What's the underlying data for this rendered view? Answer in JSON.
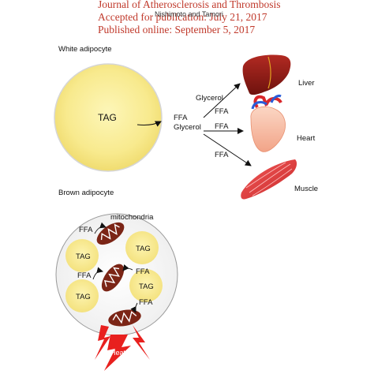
{
  "header": {
    "journal": "Journal of Atherosclerosis and Thrombosis",
    "accepted": "Accepted for publication: July 21, 2017",
    "published": "Published online: September 5, 2017",
    "authors": "Nishimoto and Tamori"
  },
  "white": {
    "title": "White adipocyte",
    "tag": "TAG",
    "ffa": "FFA",
    "glycerol": "Glycerol"
  },
  "edges": {
    "glycerol_liver": "Glycerol",
    "ffa_liver": "FFA",
    "ffa_heart": "FFA",
    "ffa_muscle": "FFA"
  },
  "organs": {
    "liver": "Liver",
    "heart": "Heart",
    "muscle": "Muscle"
  },
  "brown": {
    "title": "Brown adipocyte",
    "mitochondria": "mitochondria",
    "tag": "TAG",
    "ffa": "FFA",
    "heat": "Heat"
  },
  "colors": {
    "header_red": "#c0392b",
    "lipid_yellow": "#f7e98a",
    "mitochondria": "#7b2516",
    "liver": "#8b1a14",
    "heat": "#e8201e"
  }
}
